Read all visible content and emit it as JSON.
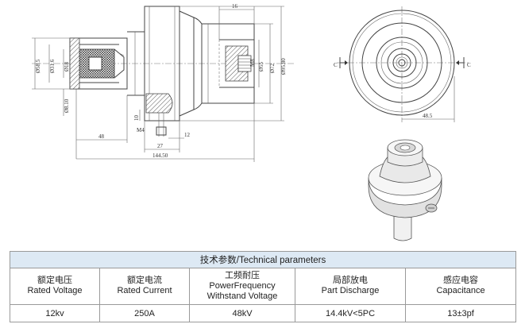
{
  "drawing": {
    "side_dims": {
      "d1": "Ø58.5",
      "d2": "Ø31.6",
      "d3": "Ø18",
      "d4": "Ø8.10",
      "top": "16",
      "m8": "M8",
      "d55": "Ø55",
      "d72": "Ø72",
      "d95": "Ø95.80",
      "h10": "10",
      "m4": "M4",
      "b48": "48",
      "b27": "27",
      "b12": "12",
      "b144": "144.50"
    },
    "end_dims": {
      "c_left": "C",
      "c_right": "C",
      "w48": "48.5"
    }
  },
  "table": {
    "title": "技术参数/Technical parameters",
    "headers": [
      {
        "zh": "额定电压",
        "en": [
          "Rated Voltage"
        ]
      },
      {
        "zh": "额定电流",
        "en": [
          "Rated Current"
        ]
      },
      {
        "zh": "工频耐压",
        "en": [
          "PowerFrequency",
          "Withstand Voltage"
        ]
      },
      {
        "zh": "局部放电",
        "en": [
          "Part Discharge"
        ]
      },
      {
        "zh": "感应电容",
        "en": [
          "Capacitance"
        ]
      }
    ],
    "values": [
      "12kv",
      "250A",
      "48kV",
      "14.4kV<5PC",
      "13±3pf"
    ]
  }
}
